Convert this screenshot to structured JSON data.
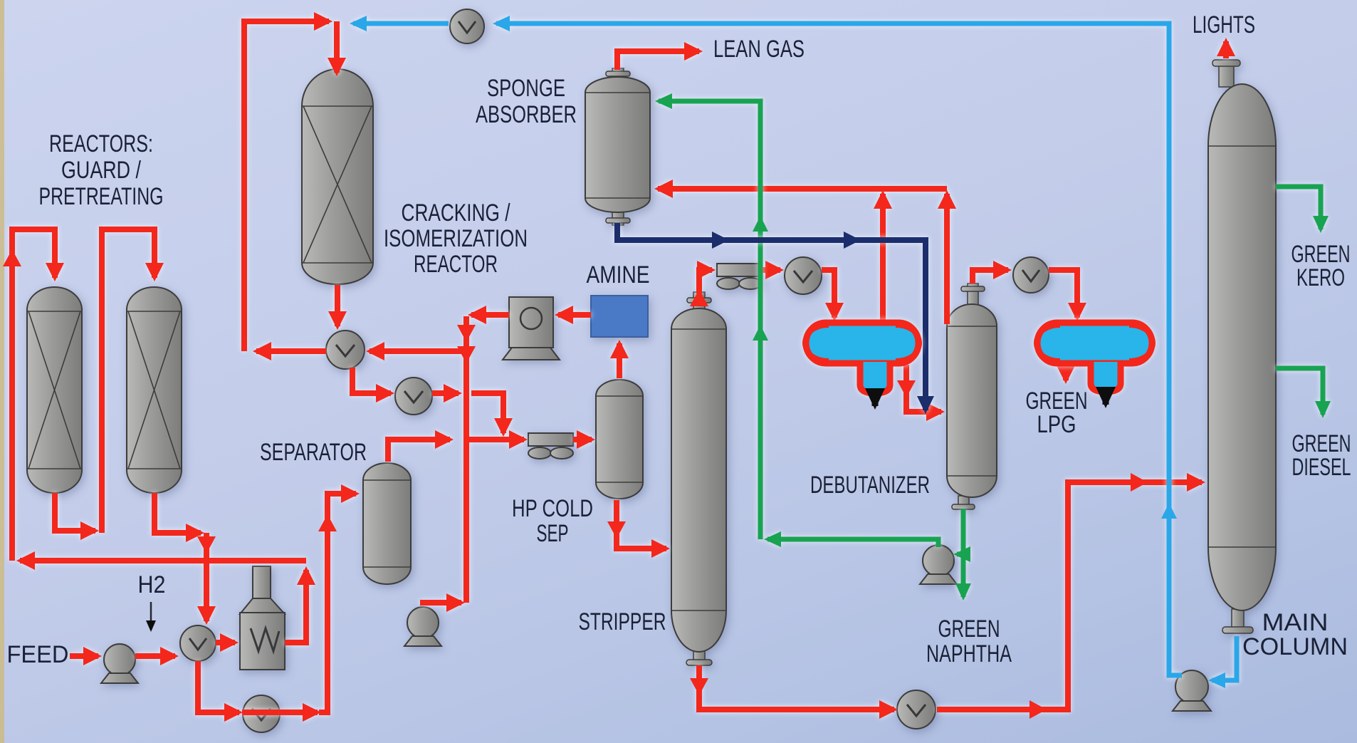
{
  "colors": {
    "red": "#f3271b",
    "green": "#18a351",
    "cyan": "#2aa7e8",
    "navy": "#1b2d6b",
    "black": "#0e0e0e",
    "vessel_gray": "#9b9b99",
    "amine_blue": "#4a7ac6",
    "drum_blue": "#29b5ea",
    "text": "#1a2136",
    "background_top": "#ccd4ee",
    "background_bottom": "#aabbdf",
    "edge_strip": "#cdb97e"
  },
  "equipment": {
    "guard_reactors": {
      "label_lines": [
        "REACTORS:",
        "GUARD /",
        "PRETREATING"
      ]
    },
    "cracking_reactor": {
      "label_lines": [
        "CRACKING /",
        "ISOMERIZATION",
        "REACTOR"
      ]
    },
    "sponge_absorber": {
      "label_lines": [
        "SPONGE",
        "ABSORBER"
      ]
    },
    "amine_unit": {
      "label": "AMINE"
    },
    "separator": {
      "label": "SEPARATOR"
    },
    "hp_cold_separator": {
      "label_lines": [
        "HP COLD",
        "SEP"
      ]
    },
    "stripper": {
      "label": "STRIPPER"
    },
    "debutanizer": {
      "label": "DEBUTANIZER"
    },
    "main_column": {
      "label_lines": [
        "MAIN",
        "COLUMN"
      ]
    }
  },
  "streams": {
    "feed": {
      "label": "FEED"
    },
    "hydrogen": {
      "label": "H2"
    },
    "lean_gas": {
      "label": "LEAN GAS"
    },
    "lights": {
      "label": "LIGHTS"
    },
    "green_kero": {
      "label_lines": [
        "GREEN",
        "KERO"
      ]
    },
    "green_diesel": {
      "label_lines": [
        "GREEN",
        "DIESEL"
      ]
    },
    "green_lpg": {
      "label_lines": [
        "GREEN",
        "LPG"
      ]
    },
    "green_naphtha": {
      "label_lines": [
        "GREEN",
        "NAPHTHA"
      ]
    }
  }
}
